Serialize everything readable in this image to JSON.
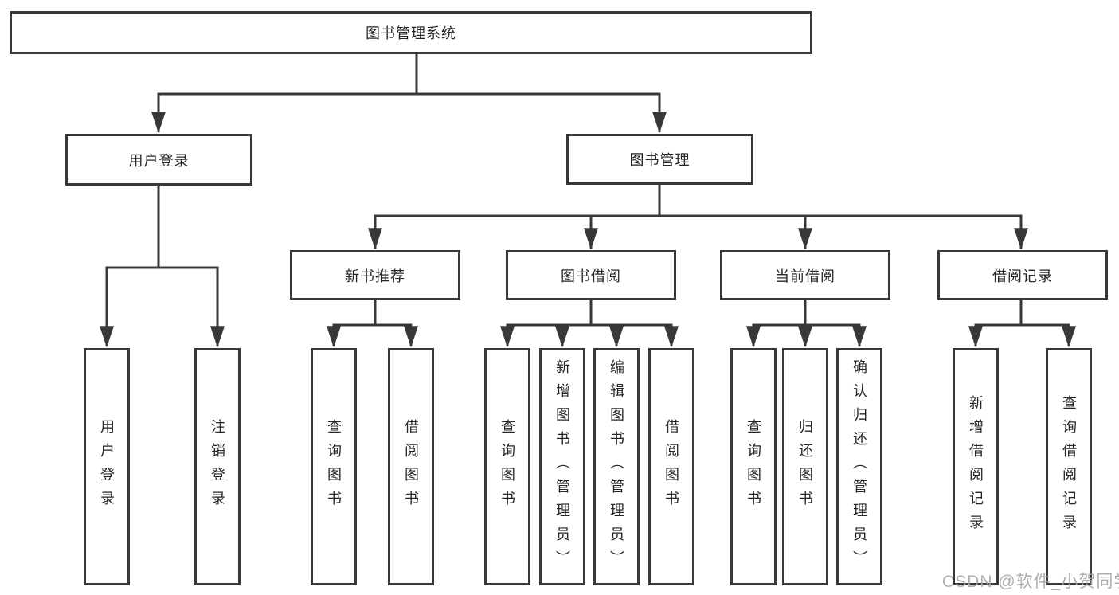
{
  "diagram": {
    "root": {
      "label": "图书管理系统"
    },
    "branches": [
      {
        "label": "用户登录",
        "children": [
          {
            "label": "用户登录"
          },
          {
            "label": "注销登录"
          }
        ]
      },
      {
        "label": "图书管理",
        "children": [
          {
            "label": "新书推荐",
            "children": [
              {
                "label": "查询图书"
              },
              {
                "label": "借阅图书"
              }
            ]
          },
          {
            "label": "图书借阅",
            "children": [
              {
                "label": "查询图书"
              },
              {
                "label": "新增图书（管理员）"
              },
              {
                "label": "编辑图书（管理员）"
              },
              {
                "label": "借阅图书"
              }
            ]
          },
          {
            "label": "当前借阅",
            "children": [
              {
                "label": "查询图书"
              },
              {
                "label": "归还图书"
              },
              {
                "label": "确认归还（管理员）"
              }
            ]
          },
          {
            "label": "借阅记录",
            "children": [
              {
                "label": "新增借阅记录"
              },
              {
                "label": "查询借阅记录"
              }
            ]
          }
        ]
      }
    ],
    "line_color": "#383838"
  },
  "watermark": {
    "text": "CSDN @软件_小贺同学"
  }
}
